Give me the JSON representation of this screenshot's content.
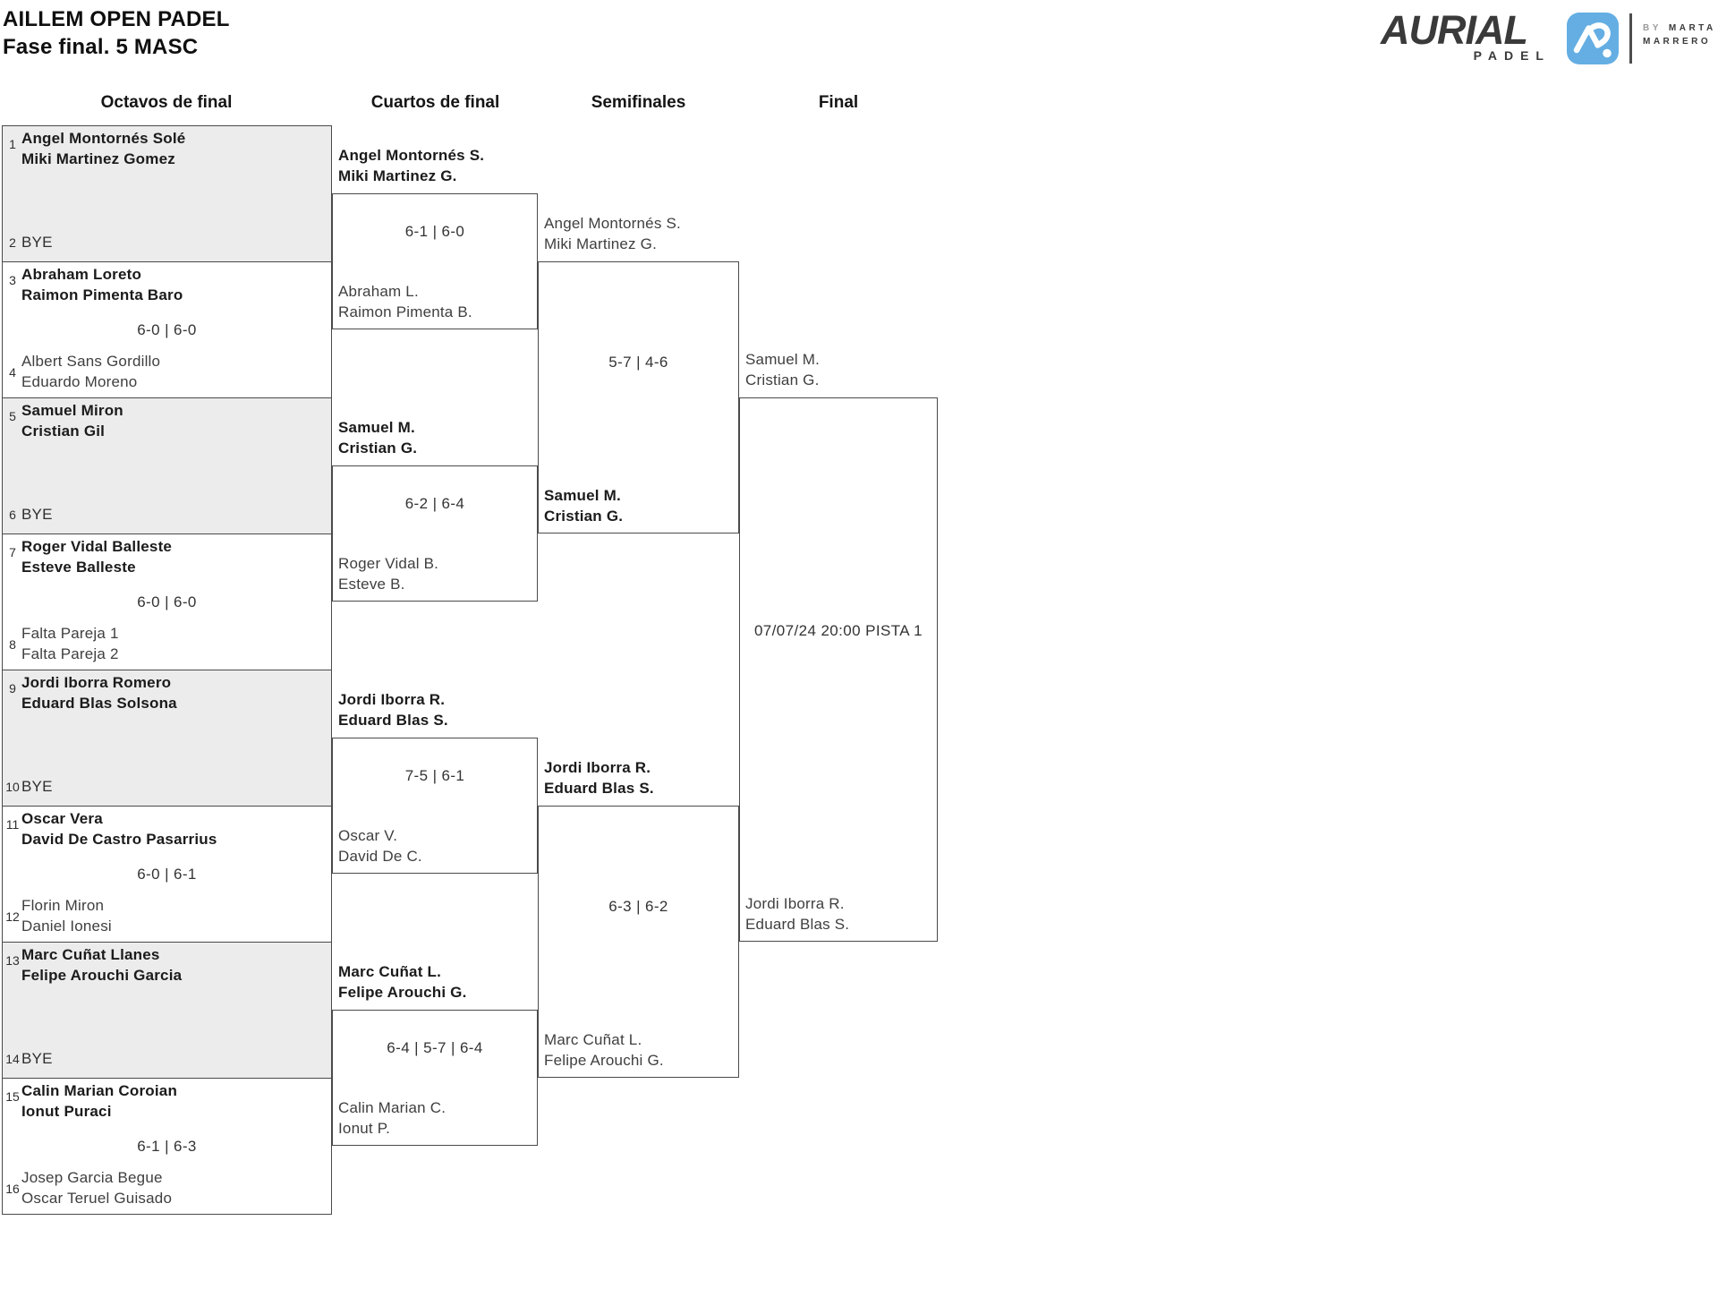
{
  "page": {
    "title_line1": "AILLEM OPEN PADEL",
    "title_line2": "Fase final. 5 MASC"
  },
  "logo": {
    "brand": "AURIAL",
    "brand_sub": "PADEL",
    "by_prefix": "BY",
    "by_name_top": "MARTA",
    "by_name_bottom": "MARRERO",
    "icon_bg": "#64aee3",
    "ink": "#3a3a3a"
  },
  "colors": {
    "bye_fill": "#ececec",
    "line": "#4a4a4a",
    "winner_text": "#1b1b1b",
    "loser_text": "#3f3f3f"
  },
  "rounds": [
    {
      "label": "Octavos de final"
    },
    {
      "label": "Cuartos de final"
    },
    {
      "label": "Semifinales"
    },
    {
      "label": "Final"
    }
  ],
  "octavos": [
    {
      "seed_top": "1",
      "team_top": [
        "Angel Montornés Solé",
        "Miki Martinez Gomez"
      ],
      "seed_bottom": "2",
      "bye": "BYE",
      "score": ""
    },
    {
      "seed_top": "3",
      "team_top": [
        "Abraham Loreto",
        "Raimon Pimenta Baro"
      ],
      "seed_bottom": "4",
      "team_bottom": [
        "Albert Sans Gordillo",
        "Eduardo Moreno"
      ],
      "score": "6-0 | 6-0"
    },
    {
      "seed_top": "5",
      "team_top": [
        "Samuel Miron",
        "Cristian Gil"
      ],
      "seed_bottom": "6",
      "bye": "BYE",
      "score": ""
    },
    {
      "seed_top": "7",
      "team_top": [
        "Roger Vidal Balleste",
        "Esteve Balleste"
      ],
      "seed_bottom": "8",
      "team_bottom": [
        "Falta Pareja 1",
        "Falta Pareja 2"
      ],
      "score": "6-0 | 6-0"
    },
    {
      "seed_top": "9",
      "team_top": [
        "Jordi Iborra Romero",
        "Eduard Blas Solsona"
      ],
      "seed_bottom": "10",
      "bye": "BYE",
      "score": ""
    },
    {
      "seed_top": "11",
      "team_top": [
        "Oscar Vera",
        "David De Castro Pasarrius"
      ],
      "seed_bottom": "12",
      "team_bottom": [
        "Florin Miron",
        "Daniel Ionesi"
      ],
      "score": "6-0 | 6-1"
    },
    {
      "seed_top": "13",
      "team_top": [
        "Marc Cuñat Llanes",
        "Felipe Arouchi Garcia"
      ],
      "seed_bottom": "14",
      "bye": "BYE",
      "score": ""
    },
    {
      "seed_top": "15",
      "team_top": [
        "Calin Marian Coroian",
        "Ionut Puraci"
      ],
      "seed_bottom": "16",
      "team_bottom": [
        "Josep Garcia Begue",
        "Oscar Teruel Guisado"
      ],
      "score": "6-1 | 6-3"
    }
  ],
  "cuartos": [
    {
      "team_top": [
        "Angel Montornés S.",
        "Miki Martinez G."
      ],
      "team_bottom": [
        "Abraham L.",
        "Raimon Pimenta B."
      ],
      "score": "6-1 | 6-0"
    },
    {
      "team_top": [
        "Samuel M.",
        "Cristian G."
      ],
      "team_bottom": [
        "Roger Vidal B.",
        "Esteve B."
      ],
      "score": "6-2 | 6-4"
    },
    {
      "team_top": [
        "Jordi Iborra R.",
        "Eduard Blas S."
      ],
      "team_bottom": [
        "Oscar V.",
        "David De C."
      ],
      "score": "7-5 | 6-1"
    },
    {
      "team_top": [
        "Marc Cuñat L.",
        "Felipe Arouchi G."
      ],
      "team_bottom": [
        "Calin Marian C.",
        "Ionut P."
      ],
      "score": "6-4 | 5-7 | 6-4"
    }
  ],
  "semifinales": [
    {
      "team_top": [
        "Angel Montornés S.",
        "Miki Martinez G."
      ],
      "team_bottom": [
        "Samuel M.",
        "Cristian G."
      ],
      "score": "5-7 | 4-6"
    },
    {
      "team_top": [
        "Jordi Iborra R.",
        "Eduard Blas S."
      ],
      "team_bottom": [
        "Marc Cuñat L.",
        "Felipe Arouchi G."
      ],
      "score": "6-3 | 6-2"
    }
  ],
  "final": {
    "team_top": [
      "Samuel M.",
      "Cristian G."
    ],
    "team_bottom": [
      "Jordi Iborra R.",
      "Eduard Blas S."
    ],
    "schedule": "07/07/24 20:00 PISTA 1"
  }
}
